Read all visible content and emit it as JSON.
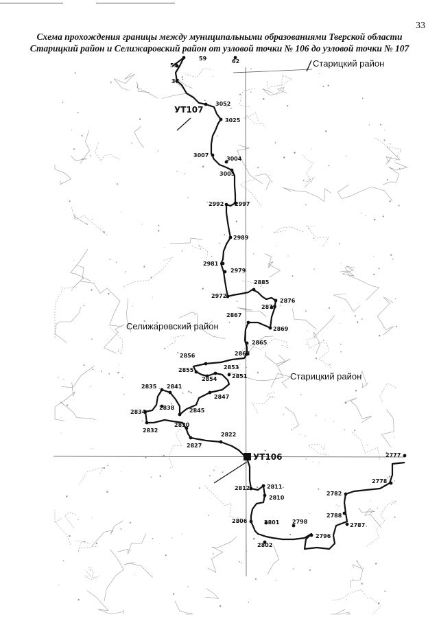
{
  "page_number": "33",
  "title_line1": "Схема прохождения границы между муниципальными образованиями Тверской области",
  "title_line2": "Старицкий район и Селижаровский район от узловой точки № 106 до узловой точки № 107",
  "regions": [
    {
      "id": "staritsky-top",
      "label": "Старицкий район"
    },
    {
      "id": "selizharovsky",
      "label": "Селижаровский район"
    },
    {
      "id": "staritsky-mid",
      "label": "Старицкий район"
    }
  ],
  "nodal_points": [
    {
      "id": "ut107",
      "label": "УТ107"
    },
    {
      "id": "ut106",
      "label": "УТ106"
    }
  ],
  "boundary_points": [
    "59",
    "62",
    "53",
    "37",
    "3052",
    "3025",
    "3007",
    "3004",
    "3005",
    "2992",
    "2997",
    "2989",
    "2981",
    "2979",
    "2885",
    "2972",
    "2876",
    "2879",
    "2867",
    "2869",
    "2865",
    "2863",
    "2856",
    "2853",
    "2855",
    "2854",
    "2851",
    "2835",
    "2841",
    "2847",
    "2838",
    "2834",
    "2845",
    "2830",
    "2832",
    "2822",
    "2827",
    "2777",
    "2811",
    "2812",
    "2778",
    "2810",
    "2782",
    "2788",
    "2806",
    "2801",
    "2798",
    "2787",
    "2796",
    "2802"
  ],
  "colors": {
    "boundary": "#111111",
    "background_map": "#9a9a9a",
    "grid": "#555555"
  }
}
